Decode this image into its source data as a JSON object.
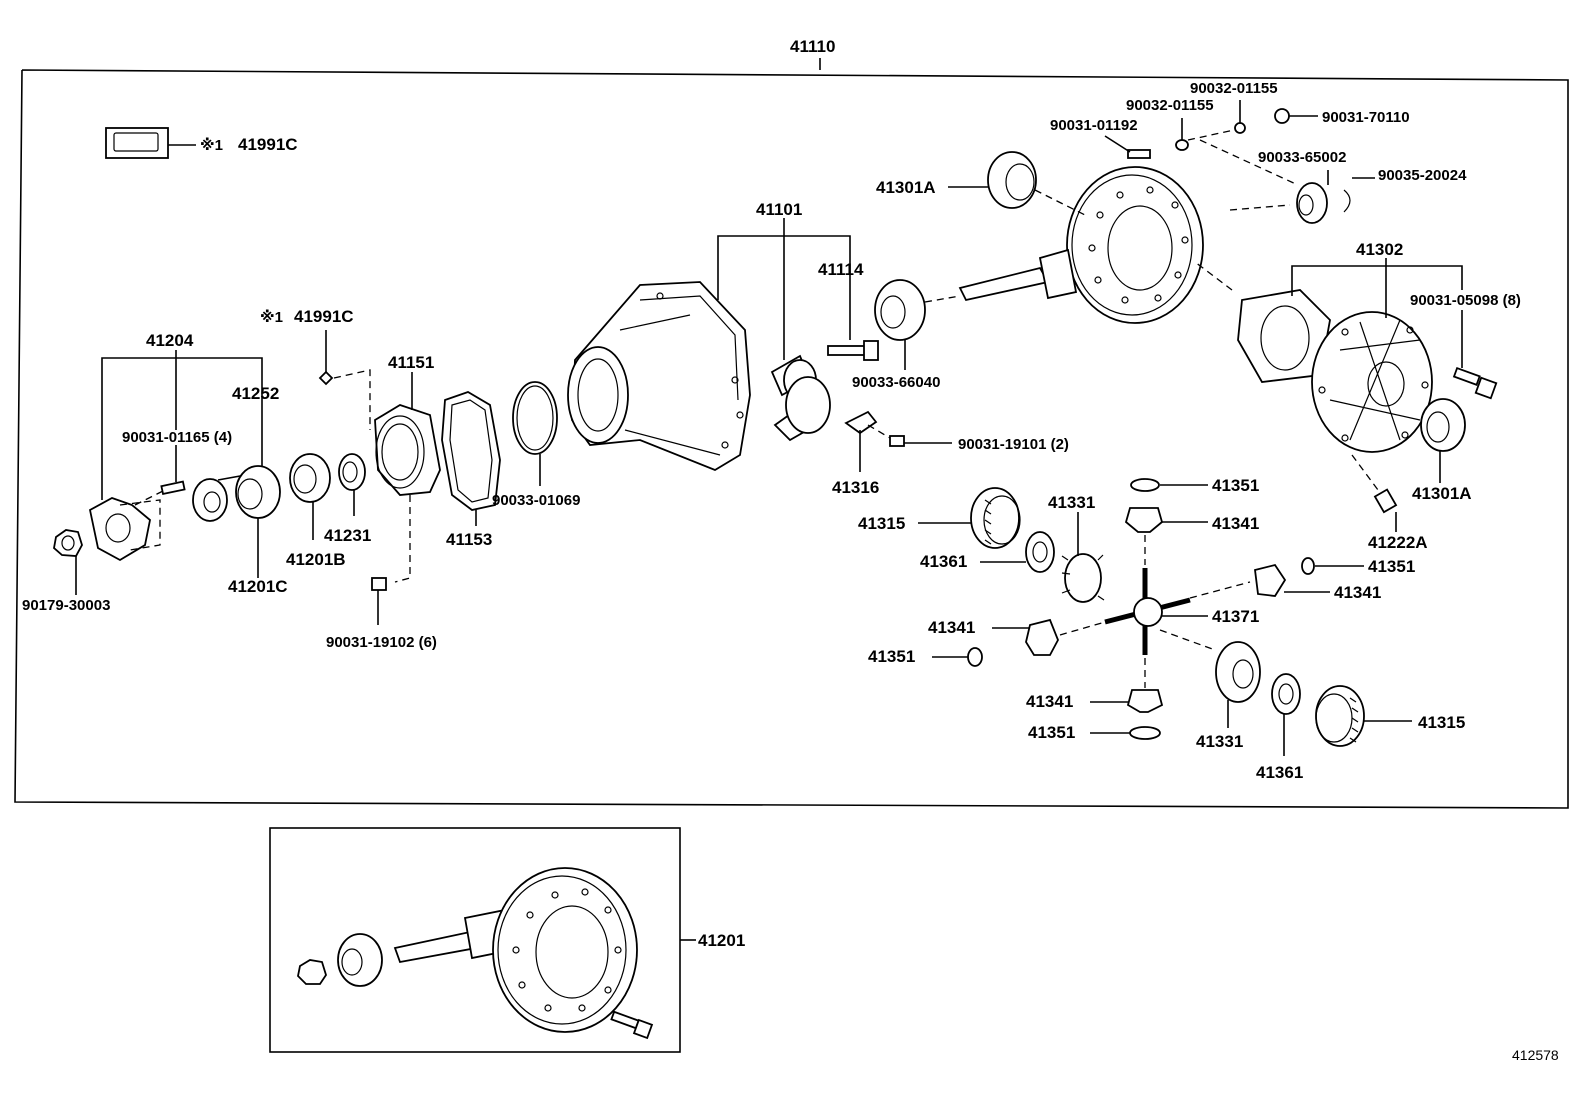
{
  "diagram": {
    "ref_number": "412578",
    "labels": {
      "assembly": "41110",
      "carrier_group": "41101",
      "bolt_41114": "41114",
      "bearing_66040": "90033-66040",
      "nut_19101": "90031-19101 (2)",
      "lock_41316": "41316",
      "bearing_41301a_top": "41301A",
      "bolt_01192": "90031-01192",
      "washer_01155_a": "90032-01155",
      "washer_01155_b": "90032-01155",
      "nut_70110": "90031-70110",
      "bearing_65002": "90033-65002",
      "ring_20024": "90035-20024",
      "case_group": "41302",
      "bolt_05098": "90031-05098 (8)",
      "bearing_41301a_bottom": "41301A",
      "bolt_41222a": "41222A",
      "note_top": "41991C",
      "note_mid": "41991C",
      "note_mark_top": "※1",
      "note_mark_mid": "※1",
      "flange_group": "41204",
      "seal_41252": "41252",
      "nut_01165": "90031-01165 (4)",
      "nut_30003": "90179-30003",
      "bearing_41201c": "41201C",
      "bearing_41201b": "41201B",
      "spacer_41231": "41231",
      "retainer_41151": "41151",
      "gasket_41153": "41153",
      "oring_01069": "90033-01069",
      "bolt_19102": "90031-19102 (6)",
      "washer_41351_a": "41351",
      "pinion_41341_a": "41341",
      "washer_41351_b": "41351",
      "pinion_41341_b": "41341",
      "shaft_41371": "41371",
      "pinion_41341_c": "41341",
      "washer_41351_c": "41351",
      "pinion_41341_d": "41341",
      "washer_41351_d": "41351",
      "side_gear_41331_a": "41331",
      "side_gear_41331_b": "41331",
      "adjuster_41315_a": "41315",
      "adjuster_41315_b": "41315",
      "thrust_41361_a": "41361",
      "thrust_41361_b": "41361",
      "inset_gear_kit": "41201"
    }
  }
}
